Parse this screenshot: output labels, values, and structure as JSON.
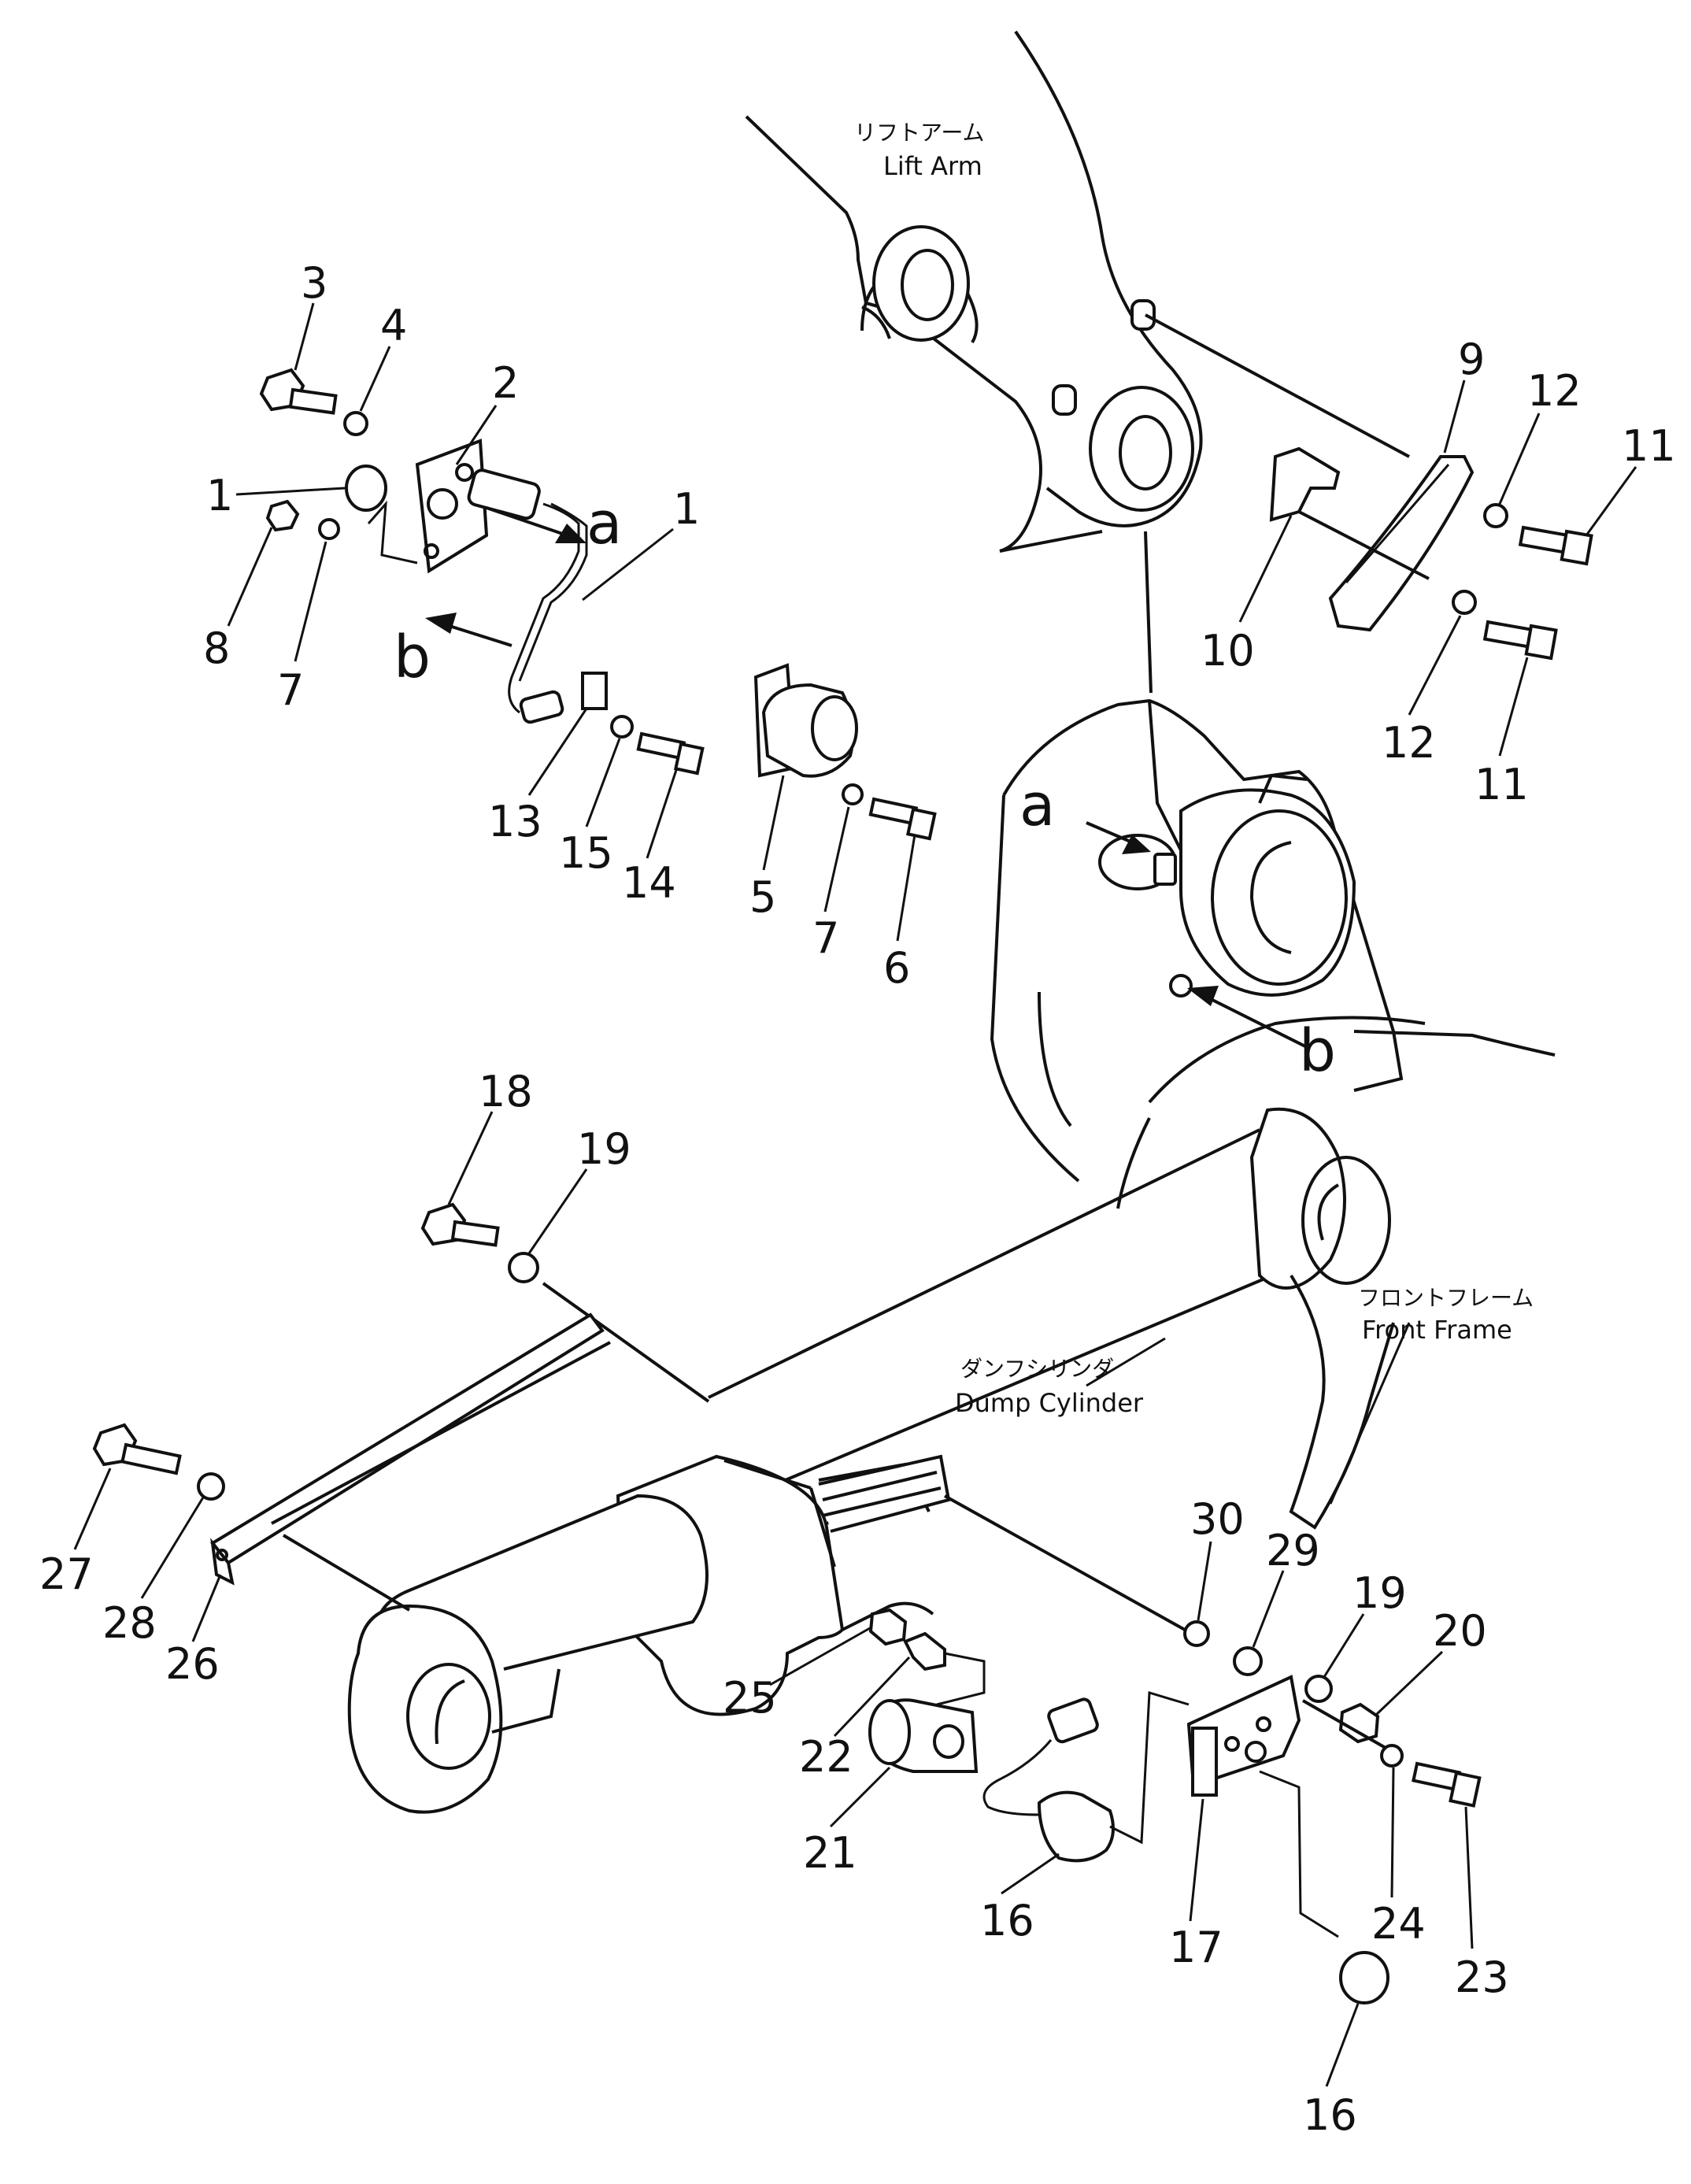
{
  "labels": {
    "lift_arm_jp": "リフトアーム",
    "lift_arm_en": "Lift Arm",
    "front_frame_jp": "フロントフレーム",
    "front_frame_en": "Front Frame",
    "dump_cylinder_jp": "ダンフシリンダ",
    "dump_cylinder_en": "Dump Cylinder"
  },
  "letters": {
    "a": "a",
    "b": "b"
  },
  "callouts": {
    "n1": "1",
    "n2": "2",
    "n3": "3",
    "n4": "4",
    "n5": "5",
    "n6": "6",
    "n7": "7",
    "n8": "8",
    "n9": "9",
    "n10": "10",
    "n11": "11",
    "n12": "12",
    "n13": "13",
    "n14": "14",
    "n15": "15",
    "n16": "16",
    "n17": "17",
    "n18": "18",
    "n19": "19",
    "n20": "20",
    "n21": "21",
    "n22": "22",
    "n23": "23",
    "n24": "24",
    "n25": "25",
    "n26": "26",
    "n27": "27",
    "n28": "28",
    "n29": "29",
    "n30": "30"
  }
}
